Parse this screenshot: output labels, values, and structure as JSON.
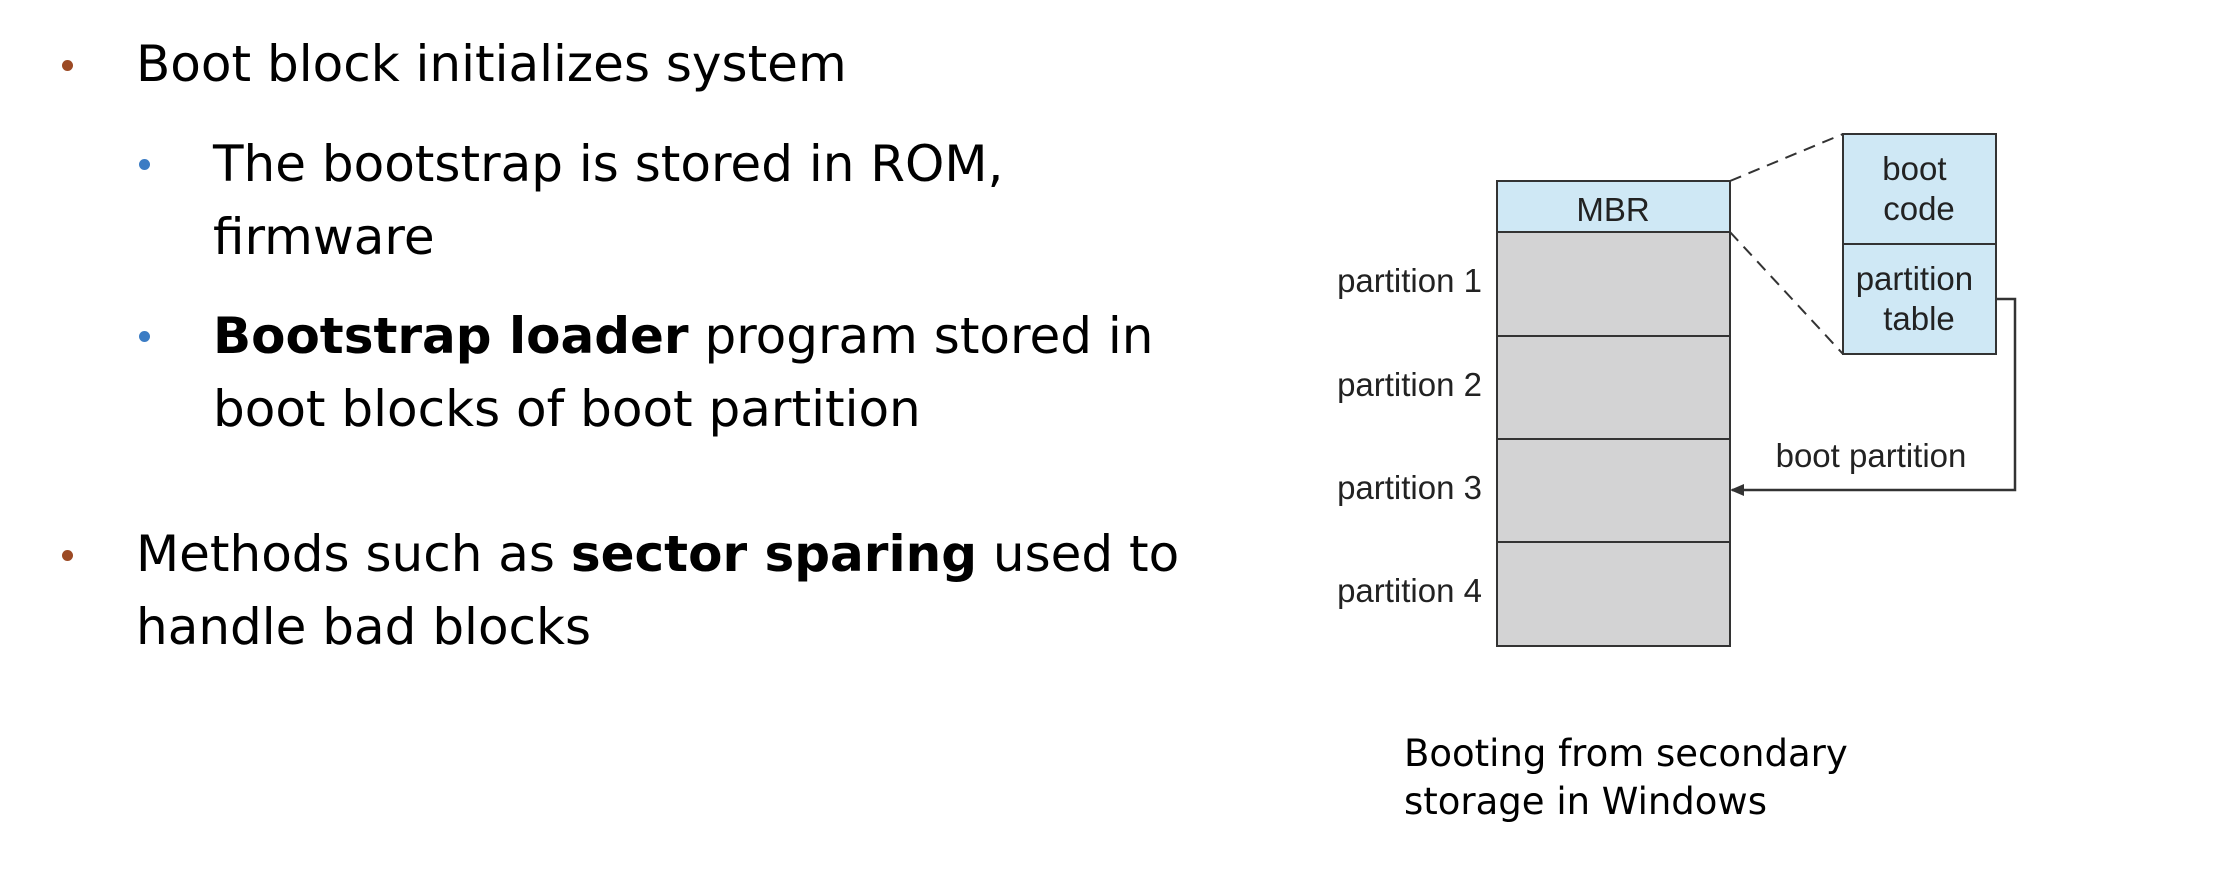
{
  "slide": {
    "bullets": [
      {
        "level": 1,
        "segments": [
          {
            "text": "Boot block initializes system",
            "bold": false
          }
        ]
      },
      {
        "level": 2,
        "segments": [
          {
            "text": "The bootstrap is stored in ROM, firmware",
            "bold": false
          }
        ]
      },
      {
        "level": 2,
        "segments": [
          {
            "text": "Bootstrap loader",
            "bold": true
          },
          {
            "text": " program stored in boot blocks of boot partition",
            "bold": false
          }
        ]
      },
      {
        "level": 1,
        "segments": [
          {
            "text": "Methods such as ",
            "bold": false
          },
          {
            "text": "sector sparing",
            "bold": true
          },
          {
            "text": " used to handle bad blocks",
            "bold": false
          }
        ]
      }
    ]
  },
  "diagram": {
    "mbr_label": "MBR",
    "partitions": [
      "partition 1",
      "partition 2",
      "partition 3",
      "partition 4"
    ],
    "mbr_detail": {
      "boot_code_label": "boot\ncode",
      "partition_table_label": "partition\ntable"
    },
    "boot_partition_label": "boot partition"
  },
  "caption": "Booting from secondary storage in Windows",
  "colors": {
    "bullet_level1": "#9C4A24",
    "bullet_level2": "#3B7CC4",
    "mbr_fill": "#CFE8F5",
    "partition_fill": "#D3D3D4",
    "stroke": "#333333"
  }
}
